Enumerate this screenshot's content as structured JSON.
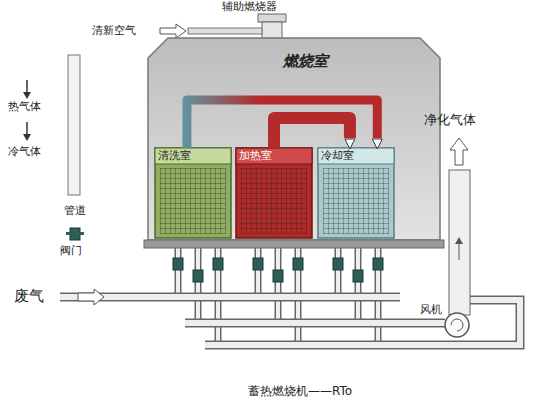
{
  "diagram": {
    "caption": "蓄热燃烧机——RTo",
    "nodes": [
      {
        "text": [
          "燃烧室"
        ]
      },
      {
        "text": [
          "清洗室"
        ],
        "in": 0
      },
      {
        "text": [
          "加热室"
        ],
        "in": 0
      },
      {
        "text": [
          "冷却室"
        ],
        "in": 0
      }
    ],
    "edges": [
      {
        "from": 1,
        "to": 3,
        "arrow": "to"
      },
      {
        "from": 2,
        "to": 3,
        "arrow": "to"
      }
    ],
    "labels": [
      "辅助燃烧器",
      "清新空气",
      "净化气体",
      "废气",
      "风机"
    ],
    "legend": [
      {
        "text": "热气体"
      },
      {
        "text": "冷气体"
      },
      {
        "text": "管道"
      },
      {
        "text": "阀门"
      }
    ]
  }
}
